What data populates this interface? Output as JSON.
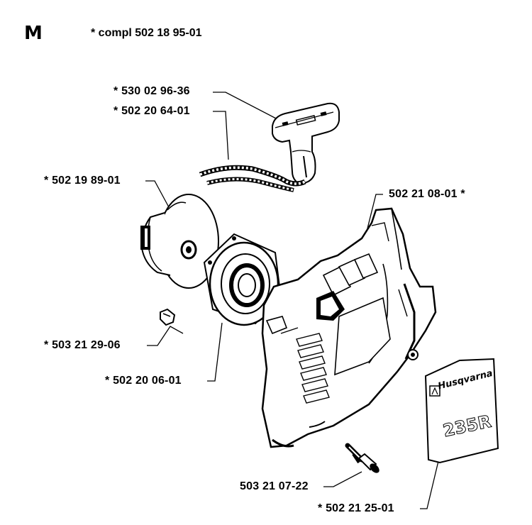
{
  "section_letter": "M",
  "header_note": "* compl 502 18 95-01",
  "parts": {
    "handle": "* 530 02 96-36",
    "cord": "* 502 20 64-01",
    "pulley": "* 502 19 89-01",
    "housing": "502 21 08-01 *",
    "bolt_small": "* 503 21 29-06",
    "starter_pawl_housing": "* 502 20 06-01",
    "screw": "503 21 07-22",
    "decal": "* 502 21 25-01"
  },
  "decal_text": {
    "brand": "Husqvarna",
    "model": "235R"
  },
  "colors": {
    "ink": "#000000",
    "paper": "#ffffff",
    "shade": "#9a9a9a"
  }
}
